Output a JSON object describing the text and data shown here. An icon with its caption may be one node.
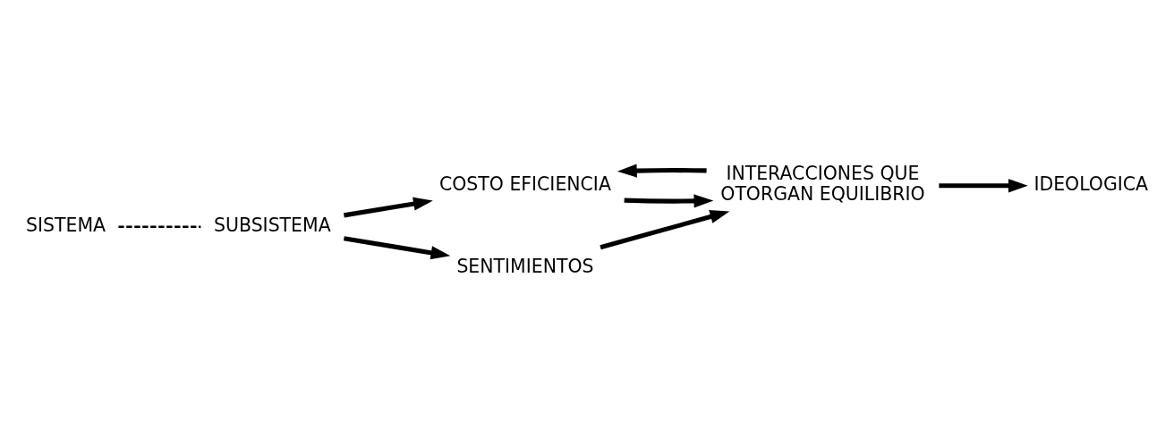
{
  "diagram": {
    "nodes": [
      {
        "text": [
          "SISTEMA"
        ]
      },
      {
        "text": [
          "SUBSISTEMA"
        ]
      },
      {
        "text": [
          "COSTO EFICIENCIA"
        ]
      },
      {
        "text": [
          "INTERACCIONES QUE OTORGAN EQUILIBRIO"
        ]
      },
      {
        "text": [
          "SENTIMIENTOS"
        ]
      },
      {
        "text": [
          "IDEOLOGICA"
        ]
      }
    ],
    "edges": [
      {
        "from": 0,
        "to": 1,
        "arrow": "none",
        "style": "dashed"
      },
      {
        "from": 1,
        "to": 2,
        "arrow": "to"
      },
      {
        "from": 1,
        "to": 4,
        "arrow": "to"
      },
      {
        "from": 2,
        "to": 3,
        "arrow": "to"
      },
      {
        "from": 3,
        "to": 2,
        "arrow": "to"
      },
      {
        "from": 4,
        "to": 3,
        "arrow": "to"
      },
      {
        "from": 3,
        "to": 5,
        "arrow": "to"
      }
    ]
  }
}
